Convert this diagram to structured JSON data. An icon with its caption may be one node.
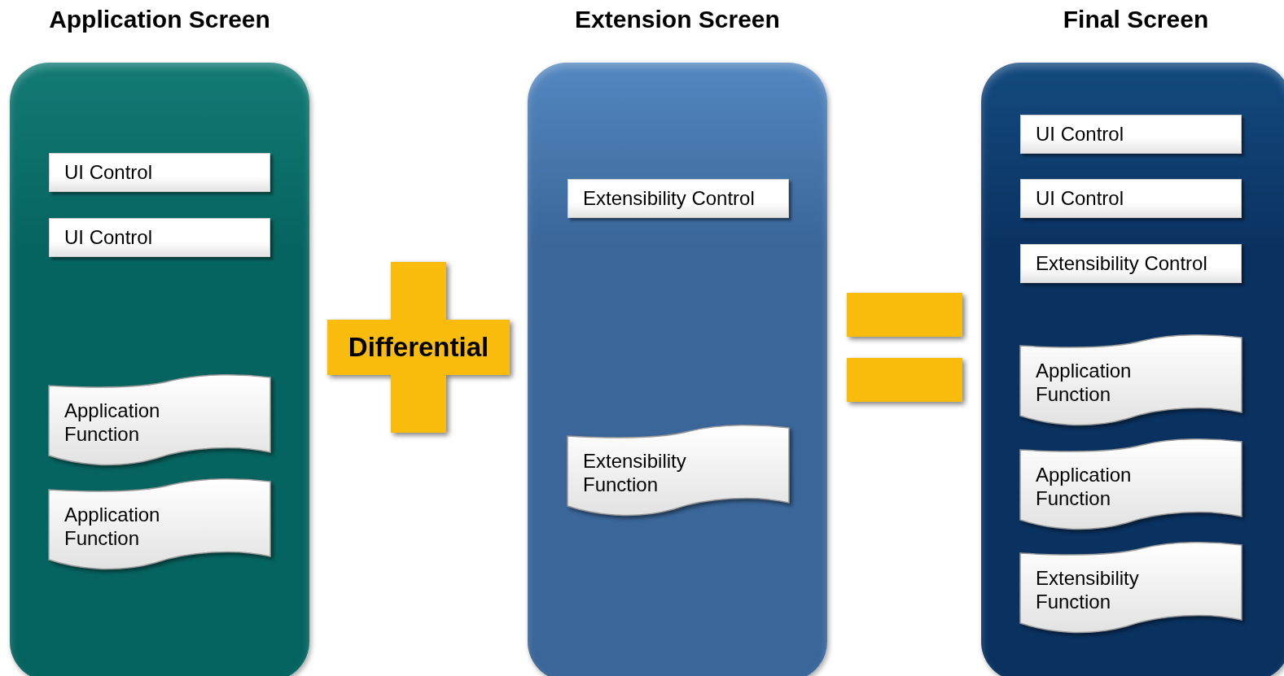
{
  "diagram": {
    "nodes": [
      {
        "text": [
          "Application Screen"
        ]
      },
      {
        "text": [
          "UI Control"
        ],
        "in": 0
      },
      {
        "text": [
          "UI Control"
        ],
        "in": 0
      },
      {
        "text": [
          "Application Function"
        ],
        "in": 0
      },
      {
        "text": [
          "Application Function"
        ],
        "in": 0
      },
      {
        "text": [
          "Differential"
        ]
      },
      {
        "text": [
          "Extension Screen"
        ]
      },
      {
        "text": [
          "Extensibility Control"
        ],
        "in": 6
      },
      {
        "text": [
          "Extensibility Function"
        ],
        "in": 6
      },
      {
        "text": [],
        "shape": "equals"
      },
      {
        "text": [
          "Final Screen"
        ]
      },
      {
        "text": [
          "UI Control"
        ],
        "in": 10
      },
      {
        "text": [
          "UI Control"
        ],
        "in": 10
      },
      {
        "text": [
          "Extensibility Control"
        ],
        "in": 10
      },
      {
        "text": [
          "Application Function"
        ],
        "in": 10
      },
      {
        "text": [
          "Application Function"
        ],
        "in": 10
      },
      {
        "text": [
          "Extensibility Function"
        ],
        "in": 10
      }
    ],
    "edges": []
  }
}
